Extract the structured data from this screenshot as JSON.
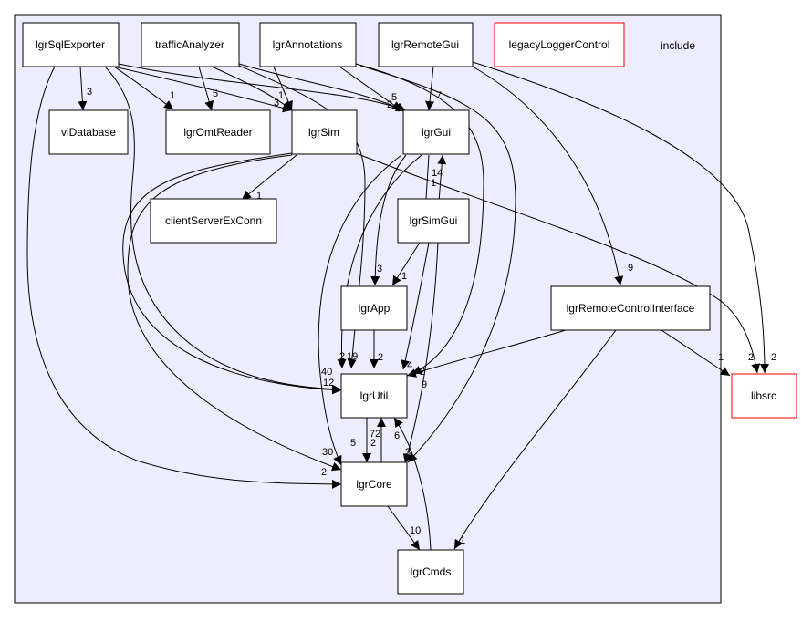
{
  "cluster": {
    "label": "include",
    "fill": "#ededfd",
    "stroke": "#000000"
  },
  "colors": {
    "node_stroke": "#000000",
    "external_stroke": "#ff0000",
    "edge": "#000000",
    "node_fill": "#ffffff"
  },
  "nodes": {
    "lgrSqlExporter": "lgrSqlExporter",
    "trafficAnalyzer": "trafficAnalyzer",
    "lgrAnnotations": "lgrAnnotations",
    "lgrRemoteGui": "lgrRemoteGui",
    "legacyLoggerControl": "legacyLoggerControl",
    "vlDatabase": "vlDatabase",
    "lgrOmtReader": "lgrOmtReader",
    "lgrSim": "lgrSim",
    "lgrGui": "lgrGui",
    "clientServerExConn": "clientServerExConn",
    "lgrSimGui": "lgrSimGui",
    "lgrApp": "lgrApp",
    "lgrRemoteControlInterface": "lgrRemoteControlInterface",
    "libsrc": "libsrc",
    "lgrUtil": "lgrUtil",
    "lgrCore": "lgrCore",
    "lgrCmds": "lgrCmds"
  },
  "edge_labels": {
    "sql_vldb": "3",
    "sql_omt": "1",
    "traffic_omt": "5",
    "traffic_sim": "1",
    "anno_sim": "3",
    "gui_sim_in": "3",
    "gui_in": "2",
    "anno_gui": "5",
    "remotegui_gui": "7",
    "gui_simgui_back": "14",
    "gui_simgui": "1",
    "sim_cse": "1",
    "simgui_app": "1",
    "gui_app": "3",
    "remotegui_rci": "9",
    "rci_libsrc": "1",
    "libsrc_a": "2",
    "libsrc_b": "2",
    "util_left": "40",
    "util_left2": "12",
    "util_a": "2",
    "util_b": "19",
    "app_util": "2",
    "util_r1": "14",
    "util_r2": "2",
    "util_r3": "9",
    "core_30": "30",
    "core_5": "5",
    "core_2": "2",
    "core_left": "2",
    "util_core": "72",
    "cmds_util": "6",
    "core_r": "3",
    "core_cmds": "10",
    "rci_cmds": "1"
  }
}
